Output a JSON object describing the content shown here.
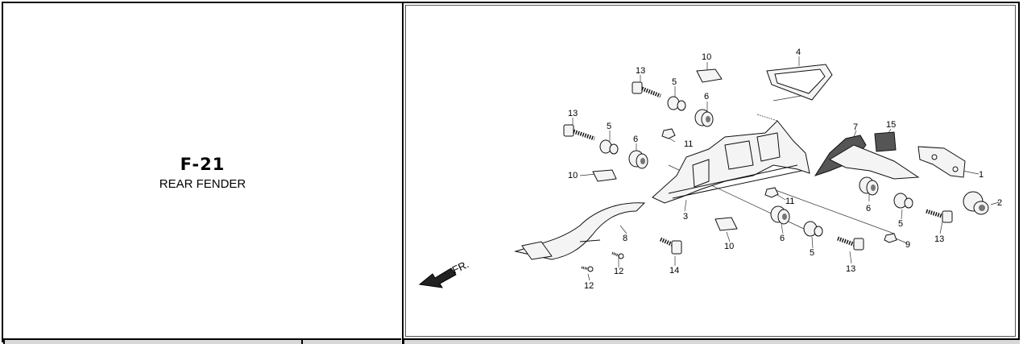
{
  "section": {
    "code": "F-21",
    "name": "REAR FENDER"
  },
  "diagram": {
    "direction_label": "FR.",
    "callouts": {
      "c1": "1",
      "c2": "2",
      "c3": "3",
      "c4": "4",
      "c5a": "5",
      "c5b": "5",
      "c5c": "5",
      "c5d": "5",
      "c6a": "6",
      "c6b": "6",
      "c6c": "6",
      "c6d": "6",
      "c7": "7",
      "c8": "8",
      "c9": "9",
      "c10a": "10",
      "c10b": "10",
      "c10c": "10",
      "c11a": "11",
      "c11b": "11",
      "c12a": "12",
      "c12b": "12",
      "c13a": "13",
      "c13b": "13",
      "c13c": "13",
      "c13d": "13",
      "c14": "14",
      "c15": "15"
    }
  }
}
